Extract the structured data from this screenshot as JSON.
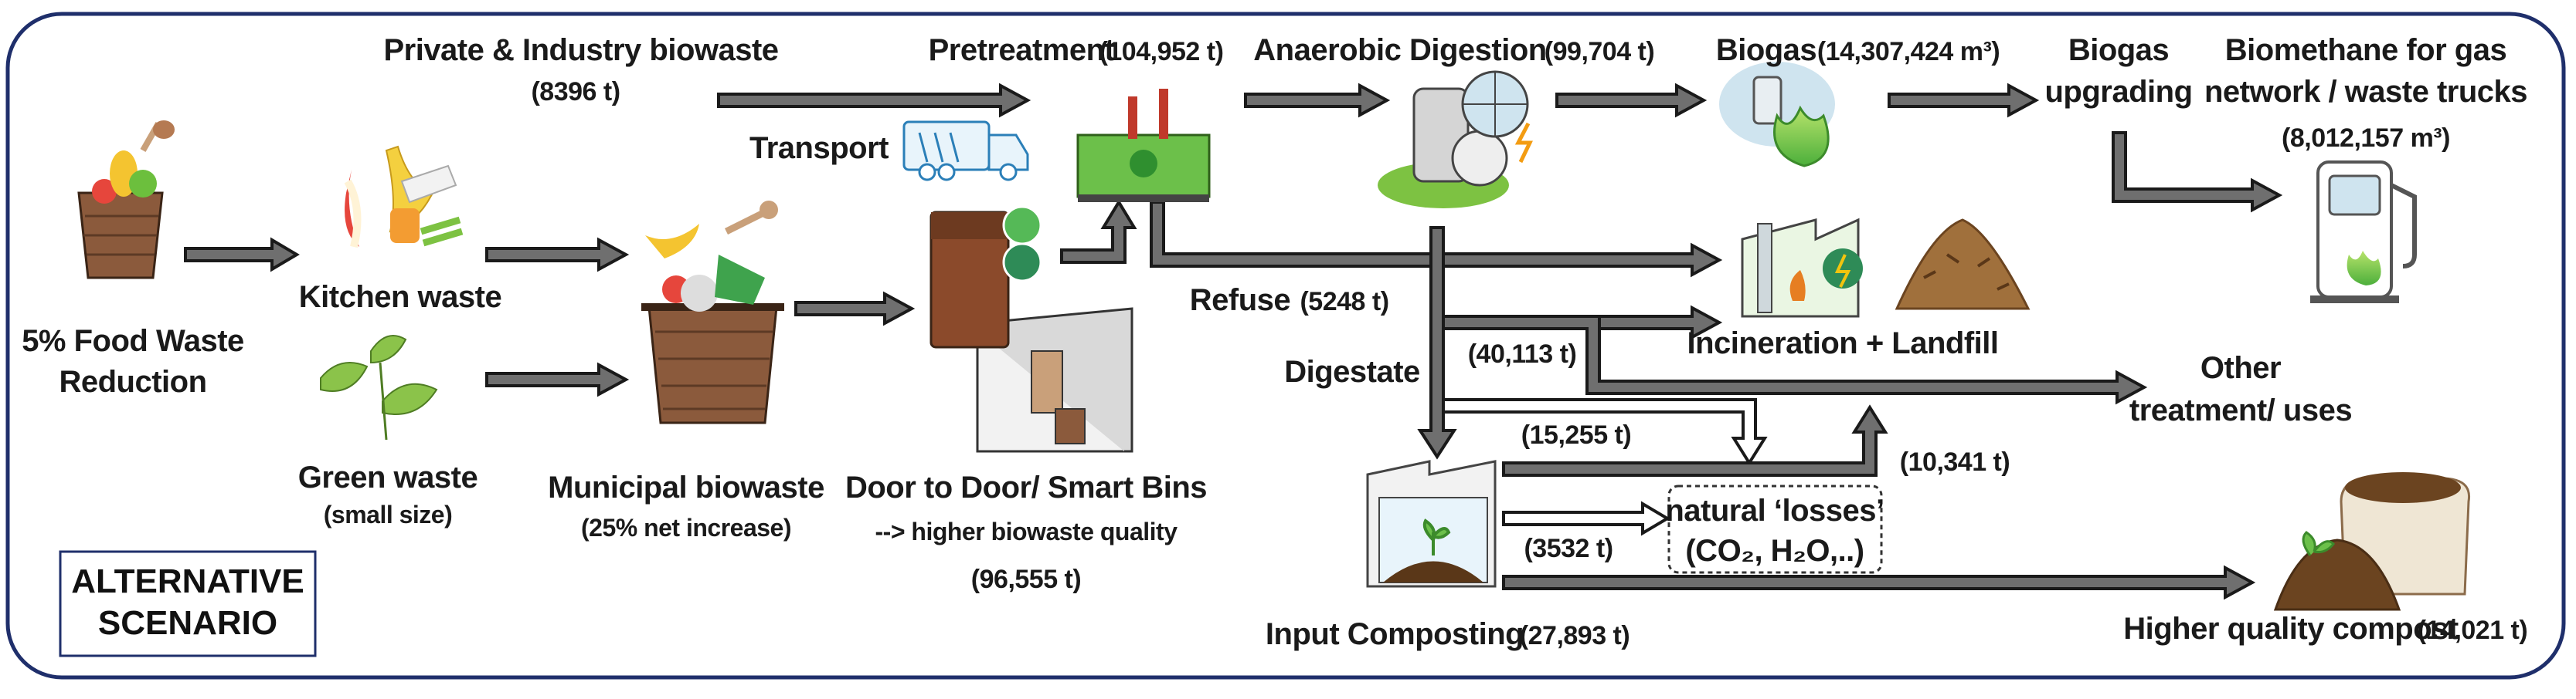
{
  "scenario": {
    "line1": "ALTERNATIVE",
    "line2": "SCENARIO"
  },
  "nodes": {
    "food_reduction": {
      "line1": "5% Food Waste",
      "line2": "Reduction"
    },
    "kitchen": {
      "label": "Kitchen waste"
    },
    "green": {
      "label": "Green waste",
      "sub": "(small size)"
    },
    "municipal": {
      "label": "Municipal biowaste",
      "sub": "(25% net increase)"
    },
    "private": {
      "label": "Private & Industry biowaste",
      "value": "(8396 t)"
    },
    "transport": {
      "label": "Transport"
    },
    "door": {
      "label": "Door to Door/ Smart Bins",
      "sub": "--> higher biowaste quality",
      "value": "(96,555 t)"
    },
    "pretreatment": {
      "label": "Pretreatment",
      "value": "(104,952 t)"
    },
    "anaerobic": {
      "label": "Anaerobic Digestion",
      "value": "(99,704 t)"
    },
    "biogas": {
      "label": "Biogas",
      "value": "(14,307,424 m³)"
    },
    "upgrading": {
      "line1": "Biogas",
      "line2": "upgrading"
    },
    "biomethane": {
      "line1": "Biomethane for gas",
      "line2": "network / waste trucks",
      "value": "(8,012,157 m³)"
    },
    "refuse": {
      "label": "Refuse",
      "value": "(5248 t)"
    },
    "incineration": {
      "label": "Incineration + Landfill"
    },
    "digestate": {
      "label": "Digestate",
      "value": "(40,113 t)"
    },
    "other": {
      "line1": "Other",
      "line2": "treatment/ uses"
    },
    "flow_15255": {
      "value": "(15,255 t)"
    },
    "flow_10341": {
      "value": "(10,341 t)"
    },
    "flow_3532": {
      "value": "(3532 t)"
    },
    "losses": {
      "label": "natural ‘losses’",
      "sub": "(CO₂, H₂O,..)"
    },
    "composting": {
      "label": "Input Composting",
      "value": "(27,893 t)"
    },
    "compost": {
      "label": "Higher quality compost",
      "value": "(14,021 t)"
    }
  },
  "colors": {
    "frame": "#1f2f6b",
    "arrow_fill": "#6f6f6f",
    "green_accent": "#7dc242",
    "basket_brown": "#8b5a3c",
    "building_green": "#6cc04a",
    "biogas_blue": "#cfe4ef"
  },
  "icons": [
    "food-basket-icon",
    "kitchen-waste-icon",
    "green-leaves-icon",
    "municipal-basket-icon",
    "garbage-truck-icon",
    "smart-bin-icon",
    "pretreatment-plant-icon",
    "digester-icon",
    "biogas-flame-icon",
    "fuel-pump-icon",
    "incinerator-icon",
    "waste-heap-icon",
    "composting-shed-icon",
    "compost-sack-icon"
  ]
}
